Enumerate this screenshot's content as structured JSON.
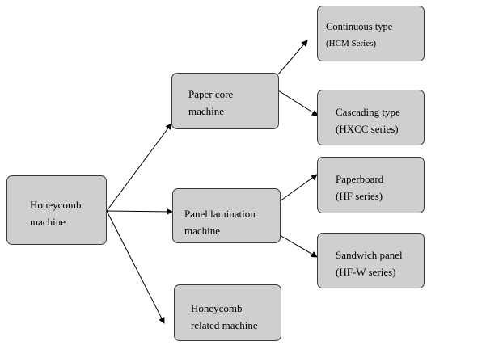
{
  "nodes": {
    "root": {
      "lines": [
        "Honeycomb",
        "machine"
      ]
    },
    "paper_core": {
      "words": [
        "Paper",
        "core"
      ],
      "line2": "machine"
    },
    "panel_lamination": {
      "words": [
        "Panel",
        "lamination"
      ],
      "line2": "machine"
    },
    "related": {
      "lines": [
        "Honeycomb",
        "related machine"
      ]
    },
    "continuous": {
      "lines": [
        "Continuous type",
        "(HCM Series)"
      ]
    },
    "cascading": {
      "lines": [
        "Cascading type",
        "(HXCC series)"
      ]
    },
    "paperboard": {
      "lines": [
        "Paperboard",
        "(HF series)"
      ]
    },
    "sandwich": {
      "lines": [
        "Sandwich panel",
        "(HF-W series)"
      ]
    }
  },
  "colors": {
    "box_fill": "#cfcfcf",
    "box_border": "#3a3a3a",
    "arrow": "#000000"
  }
}
